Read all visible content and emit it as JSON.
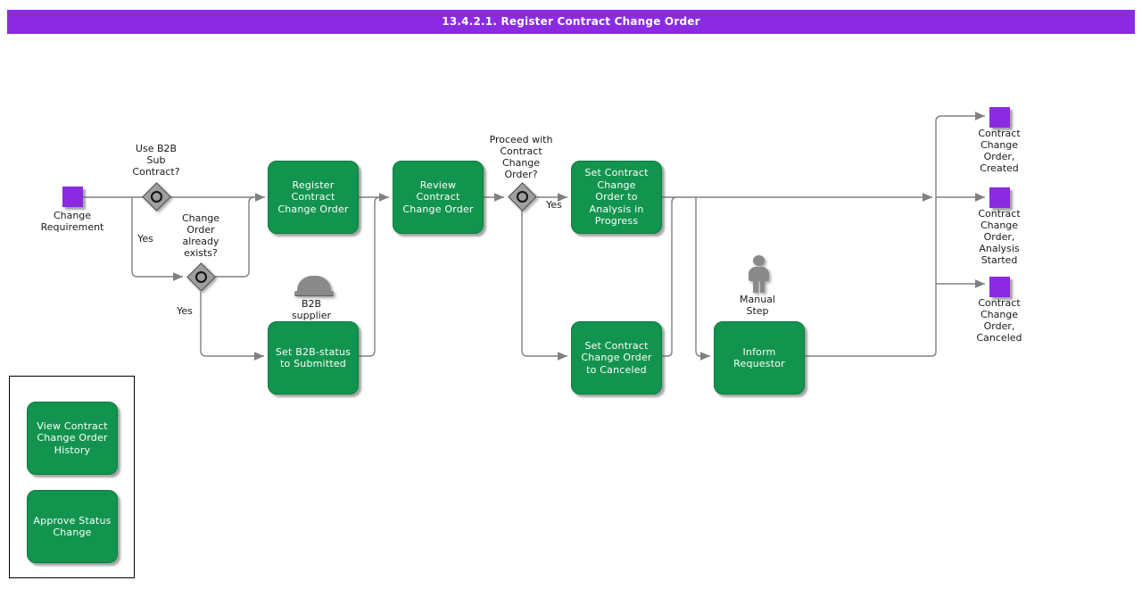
{
  "title": "13.4.2.1. Register Contract Change Order",
  "colors": {
    "accent": "#8A2BE2",
    "activity": "#12944E",
    "line": "#808080"
  },
  "start": {
    "label": "Change\nRequirement"
  },
  "decisions": [
    {
      "label": "Use B2B\nSub\nContract?",
      "yes_label": "Yes"
    },
    {
      "label": "Change\nOrder\nalready\nexists?",
      "yes_label": "Yes"
    },
    {
      "label": "Proceed with\nContract\nChange\nOrder?",
      "yes_label": "Yes"
    }
  ],
  "activities": [
    {
      "label": "Register\nContract\nChange Order"
    },
    {
      "label": "Review\nContract\nChange Order"
    },
    {
      "label": "Set Contract\nChange\nOrder to\nAnalysis in\nProgress"
    },
    {
      "label": "Set B2B-status\nto Submitted"
    },
    {
      "label": "Set Contract\nChange Order\nto Canceled"
    },
    {
      "label": "Inform\nRequestor"
    }
  ],
  "actors": [
    {
      "label": "B2B\nsupplier"
    },
    {
      "label": "Manual\nStep"
    }
  ],
  "states": [
    {
      "label": "Contract\nChange\nOrder,\nCreated"
    },
    {
      "label": "Contract\nChange\nOrder,\nAnalysis\nStarted"
    },
    {
      "label": "Contract\nChange\nOrder,\nCanceled"
    }
  ],
  "side_panel": {
    "items": [
      {
        "label": "View Contract\nChange Order\nHistory"
      },
      {
        "label": "Approve Status\nChange"
      }
    ]
  }
}
